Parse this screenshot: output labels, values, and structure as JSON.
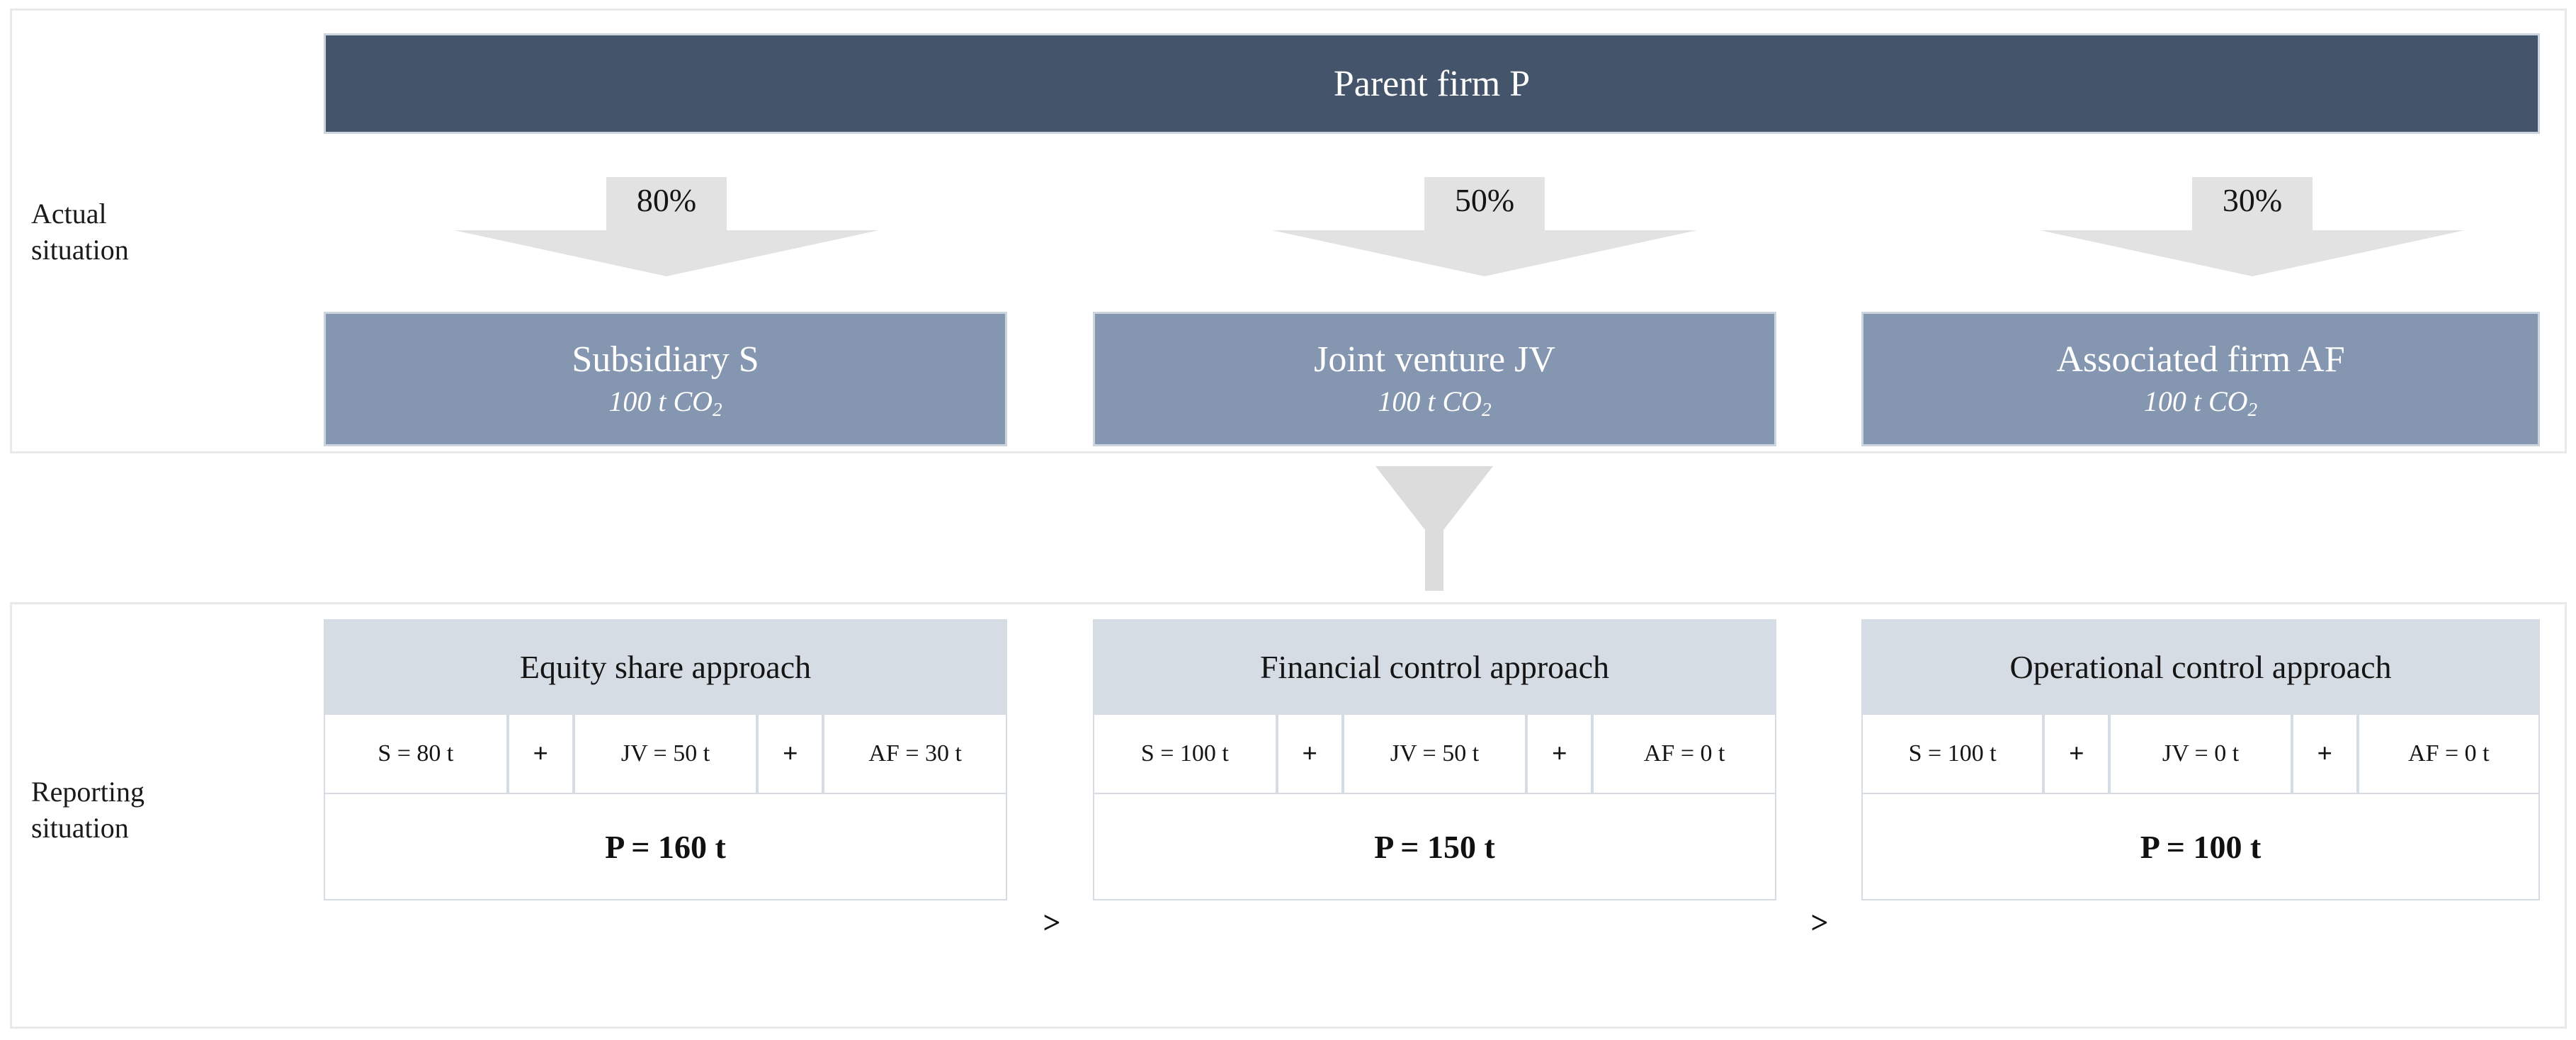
{
  "diagram": {
    "rows": {
      "actual_label": "Actual\nsituation",
      "reporting_label": "Reporting\nsituation"
    },
    "parent": {
      "label": "Parent firm P",
      "color": "#44546A"
    },
    "ownership_arrows": [
      {
        "name": "subsidiary-share",
        "label": "80%"
      },
      {
        "name": "joint-venture-share",
        "label": "50%"
      },
      {
        "name": "associated-firm-share",
        "label": "30%"
      }
    ],
    "entities": [
      {
        "name": "Subsidiary S",
        "emissions_value": "100 t CO",
        "emissions_sub": "2",
        "color": "#8496B0"
      },
      {
        "name": "Joint venture JV",
        "emissions_value": "100 t CO",
        "emissions_sub": "2",
        "color": "#8496B0"
      },
      {
        "name": "Associated firm AF",
        "emissions_value": "100 t CO",
        "emissions_sub": "2",
        "color": "#8496B0"
      }
    ],
    "approaches": [
      {
        "title": "Equity share approach",
        "header_color": "#D6DCE4",
        "terms": [
          "S = 80 t",
          "JV = 50 t",
          "AF = 30 t"
        ],
        "operators": [
          "+",
          "+"
        ],
        "total": "P = 160 t"
      },
      {
        "title": "Financial control approach",
        "header_color": "#D6DCE4",
        "terms": [
          "S = 100 t",
          "JV = 50 t",
          "AF = 0 t"
        ],
        "operators": [
          "+",
          "+"
        ],
        "total": "P = 150 t"
      },
      {
        "title": "Operational control approach",
        "header_color": "#D6DCE4",
        "terms": [
          "S = 100 t",
          "JV = 0 t",
          "AF = 0 t"
        ],
        "operators": [
          "+",
          "+"
        ],
        "total": "P = 100 t"
      }
    ],
    "comparators": [
      ">",
      ">"
    ],
    "connector": {
      "name": "funnel",
      "color": "#DCDCDC"
    }
  },
  "chart_data": {
    "type": "table",
    "title": "Greenhouse gas consolidation approaches",
    "categories": [
      "Equity share approach",
      "Financial control approach",
      "Operational control approach"
    ],
    "ownership_shares": {
      "Subsidiary S": "80%",
      "Joint venture JV": "50%",
      "Associated firm AF": "30%"
    },
    "entity_emissions_t": {
      "Subsidiary S": 100,
      "Joint venture JV": 100,
      "Associated firm AF": 100
    },
    "series": [
      {
        "name": "S",
        "values": [
          80,
          100,
          100
        ]
      },
      {
        "name": "JV",
        "values": [
          50,
          50,
          0
        ]
      },
      {
        "name": "AF",
        "values": [
          30,
          0,
          0
        ]
      },
      {
        "name": "P total",
        "values": [
          160,
          150,
          100
        ]
      }
    ],
    "ylabel": "t CO2"
  }
}
